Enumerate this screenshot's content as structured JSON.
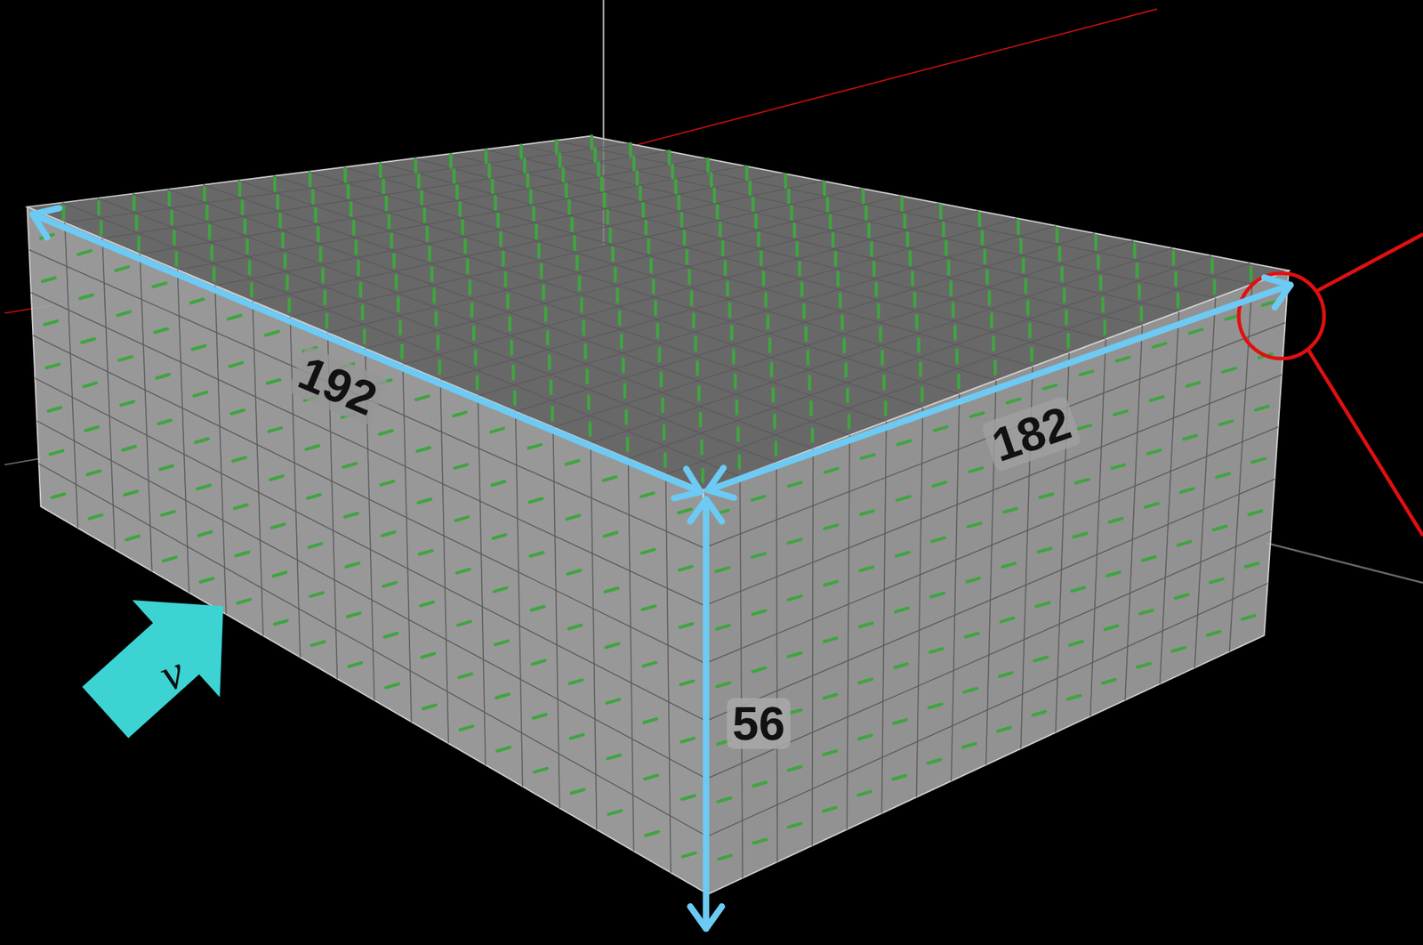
{
  "diagram": {
    "labels": [
      "192",
      "182",
      "56",
      "ν"
    ]
  }
}
